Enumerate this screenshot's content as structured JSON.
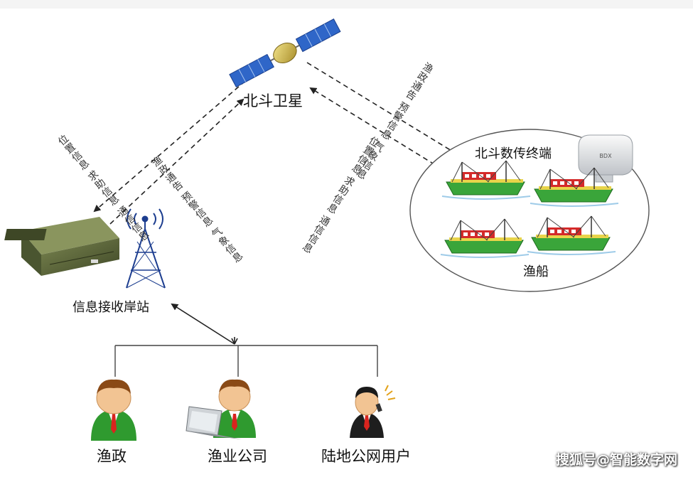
{
  "satellite": {
    "label": "北斗卫星"
  },
  "station": {
    "label": "信息接收岸站"
  },
  "terminal": {
    "label": "北斗数传终端",
    "device_text": "BDX"
  },
  "boats": {
    "label": "渔船"
  },
  "left_up_info": [
    "位置信息",
    "求助信息",
    "通信信息"
  ],
  "left_down_info": [
    "渔政通告",
    "预警信息",
    "气象信息"
  ],
  "right_down_info": [
    "渔政通告",
    "预警信息",
    "气象信息"
  ],
  "right_up_info": [
    "位置信息",
    "求助信息",
    "通信信息"
  ],
  "users": [
    {
      "label": "渔政"
    },
    {
      "label": "渔业公司"
    },
    {
      "label": "陆地公网用户"
    }
  ],
  "watermark": "搜狐号@智能数字网",
  "colors": {
    "hull_green": "#3aa53a",
    "hull_red": "#d42a2a",
    "panel_blue": "#2f66c8",
    "device_green": "#5d6a3b",
    "tower_blue": "#1c3d8f",
    "skin": "#f2c493",
    "shirt_green": "#2f9a2f",
    "tie_red": "#d8241e"
  }
}
